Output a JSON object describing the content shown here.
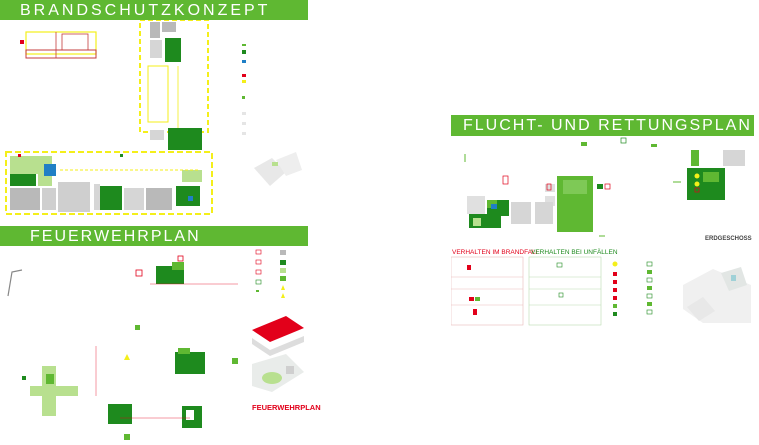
{
  "banners": {
    "brandschutz": "BRANDSCHUTZKONZEPT",
    "feuerwehr": "FEUERWEHRPLAN",
    "flucht": "FLUCHT- UND RETTUNGSPLAN"
  },
  "flucht_plan": {
    "floor_label": "ERDGESCHOSS",
    "fire_section_title": "VERHALTEN IM BRANDFALL",
    "accident_section_title": "VERHALTEN BEI UNFÄLLEN"
  },
  "feuerwehr_plan": {
    "logo_text": "FEUERWEHRPLAN"
  },
  "colors": {
    "green": "#5fb832",
    "dark_green": "#1e8a1e",
    "light_green": "#b8e08f",
    "yellow": "#f4ef1a",
    "red": "#e2001a",
    "grey": "#b9b9b9",
    "blue": "#1f7fc6"
  }
}
